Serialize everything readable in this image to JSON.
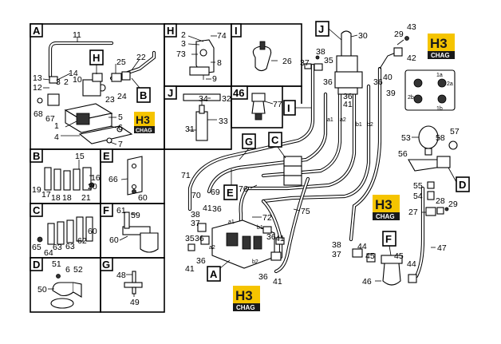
{
  "brand": {
    "logo_text": "CHAG",
    "logo_mark": "H3",
    "colors": {
      "logo_yellow": "#f5c400",
      "logo_dark": "#1a1a1a",
      "line": "#000000"
    }
  },
  "panel_letters": [
    "A",
    "B",
    "C",
    "D",
    "E",
    "F",
    "G",
    "H",
    "I",
    "J",
    "46"
  ],
  "callout_letters": [
    "J",
    "G",
    "C",
    "I",
    "E",
    "A",
    "F",
    "D",
    "B",
    "H"
  ],
  "part_numbers": [
    "1",
    "2",
    "3",
    "4",
    "5",
    "6",
    "7",
    "8",
    "9",
    "10",
    "11",
    "12",
    "13",
    "14",
    "15",
    "16",
    "17",
    "18",
    "19",
    "20",
    "21",
    "22",
    "23",
    "24",
    "25",
    "26",
    "27",
    "28",
    "29",
    "30",
    "31",
    "32",
    "33",
    "34",
    "35",
    "36",
    "37",
    "38",
    "39",
    "40",
    "41",
    "42",
    "43",
    "44",
    "45",
    "46",
    "47",
    "48",
    "49",
    "50",
    "51",
    "52",
    "53",
    "54",
    "55",
    "56",
    "57",
    "58",
    "59",
    "60",
    "61",
    "62",
    "63",
    "64",
    "65",
    "66",
    "67",
    "68",
    "69",
    "70",
    "71",
    "72",
    "73",
    "74",
    "75",
    "76",
    "77"
  ],
  "port_labels": [
    "a1",
    "a2",
    "b1",
    "b2",
    "1a",
    "1b",
    "2a",
    "2b",
    "a1",
    "b1",
    "a2",
    "b2"
  ]
}
